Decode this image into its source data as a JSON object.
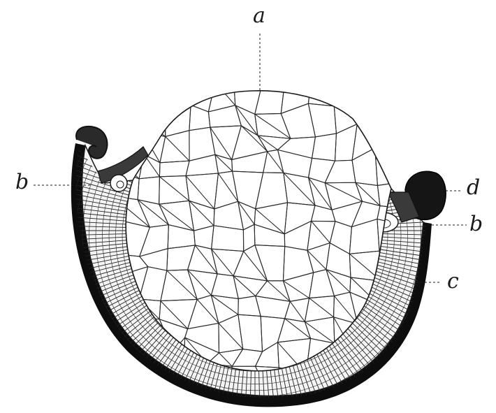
{
  "figure": {
    "labels": {
      "top": "a",
      "left": "b",
      "right_upper": "d",
      "right_middle": "b",
      "right_lower": "c"
    },
    "colors": {
      "ink": "#1a1a1a",
      "outer_layer": "#0d0d0d",
      "paper": "#ffffff"
    }
  }
}
